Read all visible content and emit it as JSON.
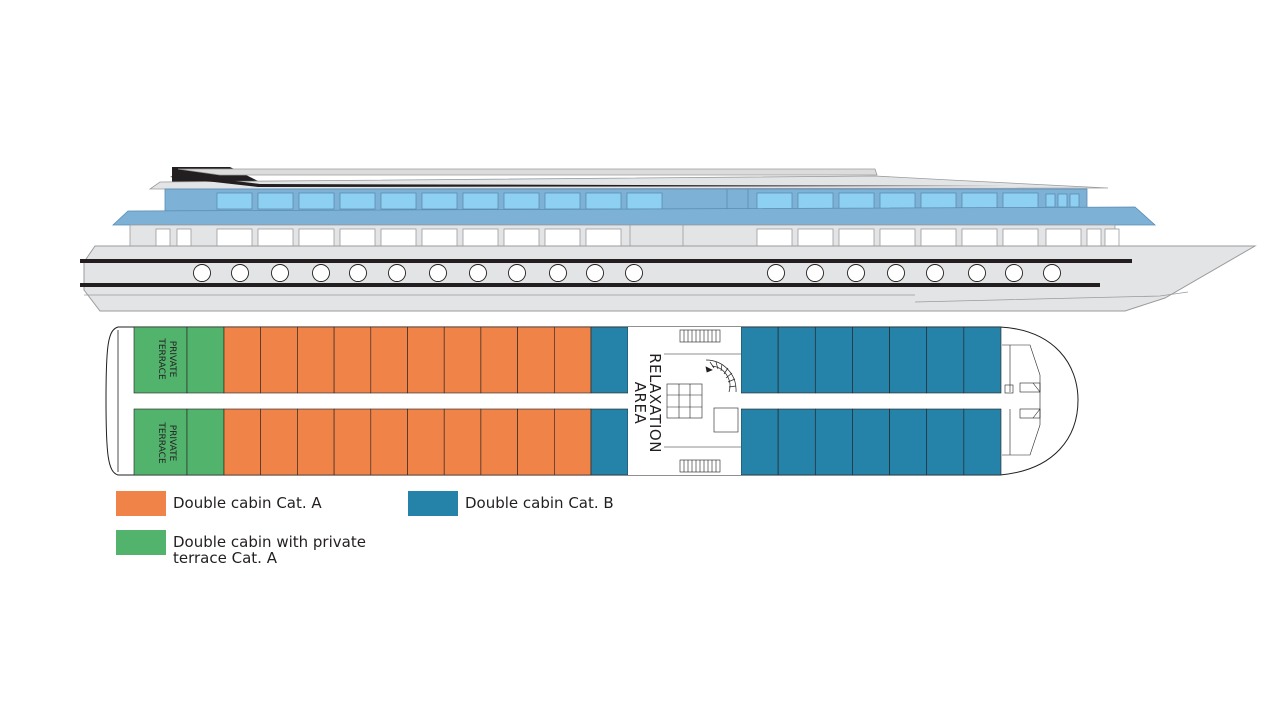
{
  "legend": {
    "cat_a": {
      "label": "Double cabin Cat. A",
      "color": "#ef8348"
    },
    "cat_b": {
      "label": "Double cabin Cat. B",
      "color": "#2582a8"
    },
    "terrace": {
      "label": "Double cabin with private terrace Cat. A",
      "color": "#52b36c"
    }
  },
  "deck_plan": {
    "terrace_label_line1": "PRIVATE",
    "terrace_label_line2": "TERRACE",
    "relaxation_line1": "RELAXATION",
    "relaxation_line2": "AREA"
  },
  "colors": {
    "hull": "#e3e4e5",
    "hull_stroke": "#9a9b9d",
    "superstructure_blue": "#7db1d6",
    "window_blue": "#8ed0f2",
    "hull_stripe": "#231f20"
  },
  "counts": {
    "cat_a_cabins": 20,
    "cat_b_cabins": 16,
    "terrace_cabins": 4
  }
}
